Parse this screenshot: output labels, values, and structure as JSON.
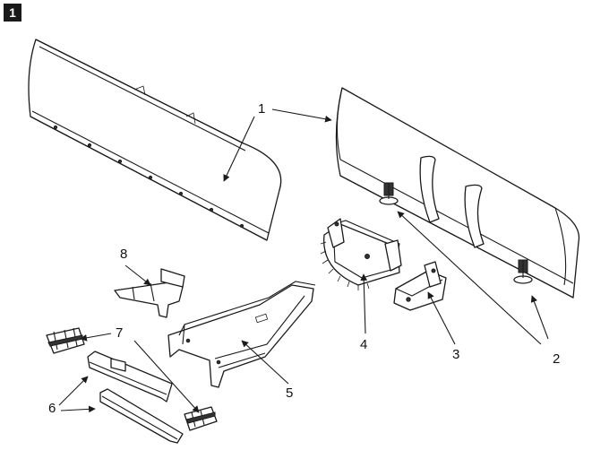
{
  "figure_label": "1",
  "callouts": {
    "c1": "1",
    "c2": "2",
    "c3": "3",
    "c4": "4",
    "c5": "5",
    "c6": "6",
    "c7": "7",
    "c8": "8"
  },
  "colors": {
    "ink": "#1a1a1a",
    "paper": "#ffffff",
    "badge": "#1a1a1a"
  }
}
